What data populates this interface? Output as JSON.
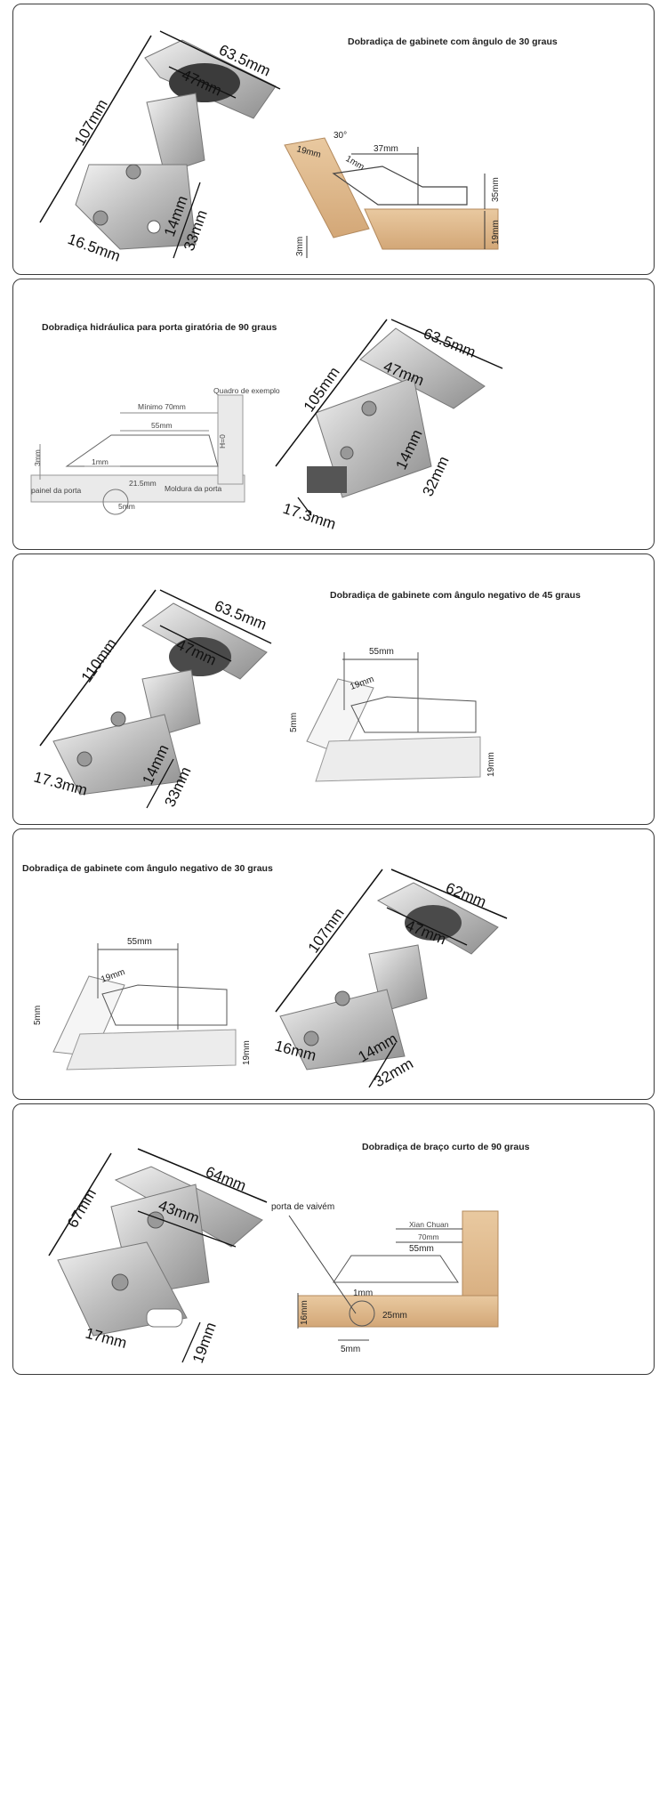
{
  "panels": [
    {
      "caption": "Dobradiça de gabinete com ângulo de 30 graus",
      "photo": {
        "length": "107mm",
        "width": "63.5mm",
        "cup": "47mm",
        "plate": "33mm",
        "plate_inner": "14mm",
        "offset": "16.5mm"
      },
      "drawing": {
        "angle": "30°",
        "door": "19mm",
        "gap": "1mm",
        "depth": "37mm",
        "height": "35mm",
        "thickness": "19mm",
        "overlay": "3mm"
      }
    },
    {
      "caption": "Dobradiça hidráulica para porta giratória de 90 graus",
      "photo": {
        "length": "105mm",
        "width": "63.5mm",
        "cup": "47mm",
        "plate": "32mm",
        "plate_inner": "14mm",
        "offset": "17.3mm"
      },
      "drawing": {
        "min": "Mínimo 70mm",
        "frame": "Quadro de exemplo",
        "depth": "55mm",
        "h": "H=0",
        "overlay": "3mm",
        "gap": "1mm",
        "cup_offset": "21.5mm",
        "door_frame": "Moldura da porta",
        "door_panel": "painel da porta",
        "edge": "5mm"
      }
    },
    {
      "caption": "Dobradiça de gabinete com ângulo negativo de 45 graus",
      "photo": {
        "length": "110mm",
        "width": "63.5mm",
        "cup": "47mm",
        "plate": "33mm",
        "plate_inner": "14mm",
        "offset": "17.3mm"
      },
      "drawing": {
        "depth": "55mm",
        "door": "19mm",
        "overlay": "5mm",
        "thickness": "19mm"
      }
    },
    {
      "caption": "Dobradiça de gabinete com ângulo negativo de 30 graus",
      "photo": {
        "length": "107mm",
        "width": "62mm",
        "cup": "47mm",
        "plate": "32mm",
        "plate_inner": "14mm",
        "offset": "16mm"
      },
      "drawing": {
        "depth": "55mm",
        "door": "19mm",
        "overlay": "5mm",
        "thickness": "19mm"
      }
    },
    {
      "caption": "Dobradiça de braço curto de 90 graus",
      "photo": {
        "length": "64mm",
        "width": "67mm",
        "cup": "43mm",
        "plate": "19mm",
        "offset": "17mm"
      },
      "drawing": {
        "swing": "porta de vaivém",
        "label1": "Xian Chuan",
        "label2": "70mm",
        "depth": "55mm",
        "gap": "1mm",
        "cup_offset": "25mm",
        "thickness": "16mm",
        "edge": "5mm"
      }
    }
  ]
}
